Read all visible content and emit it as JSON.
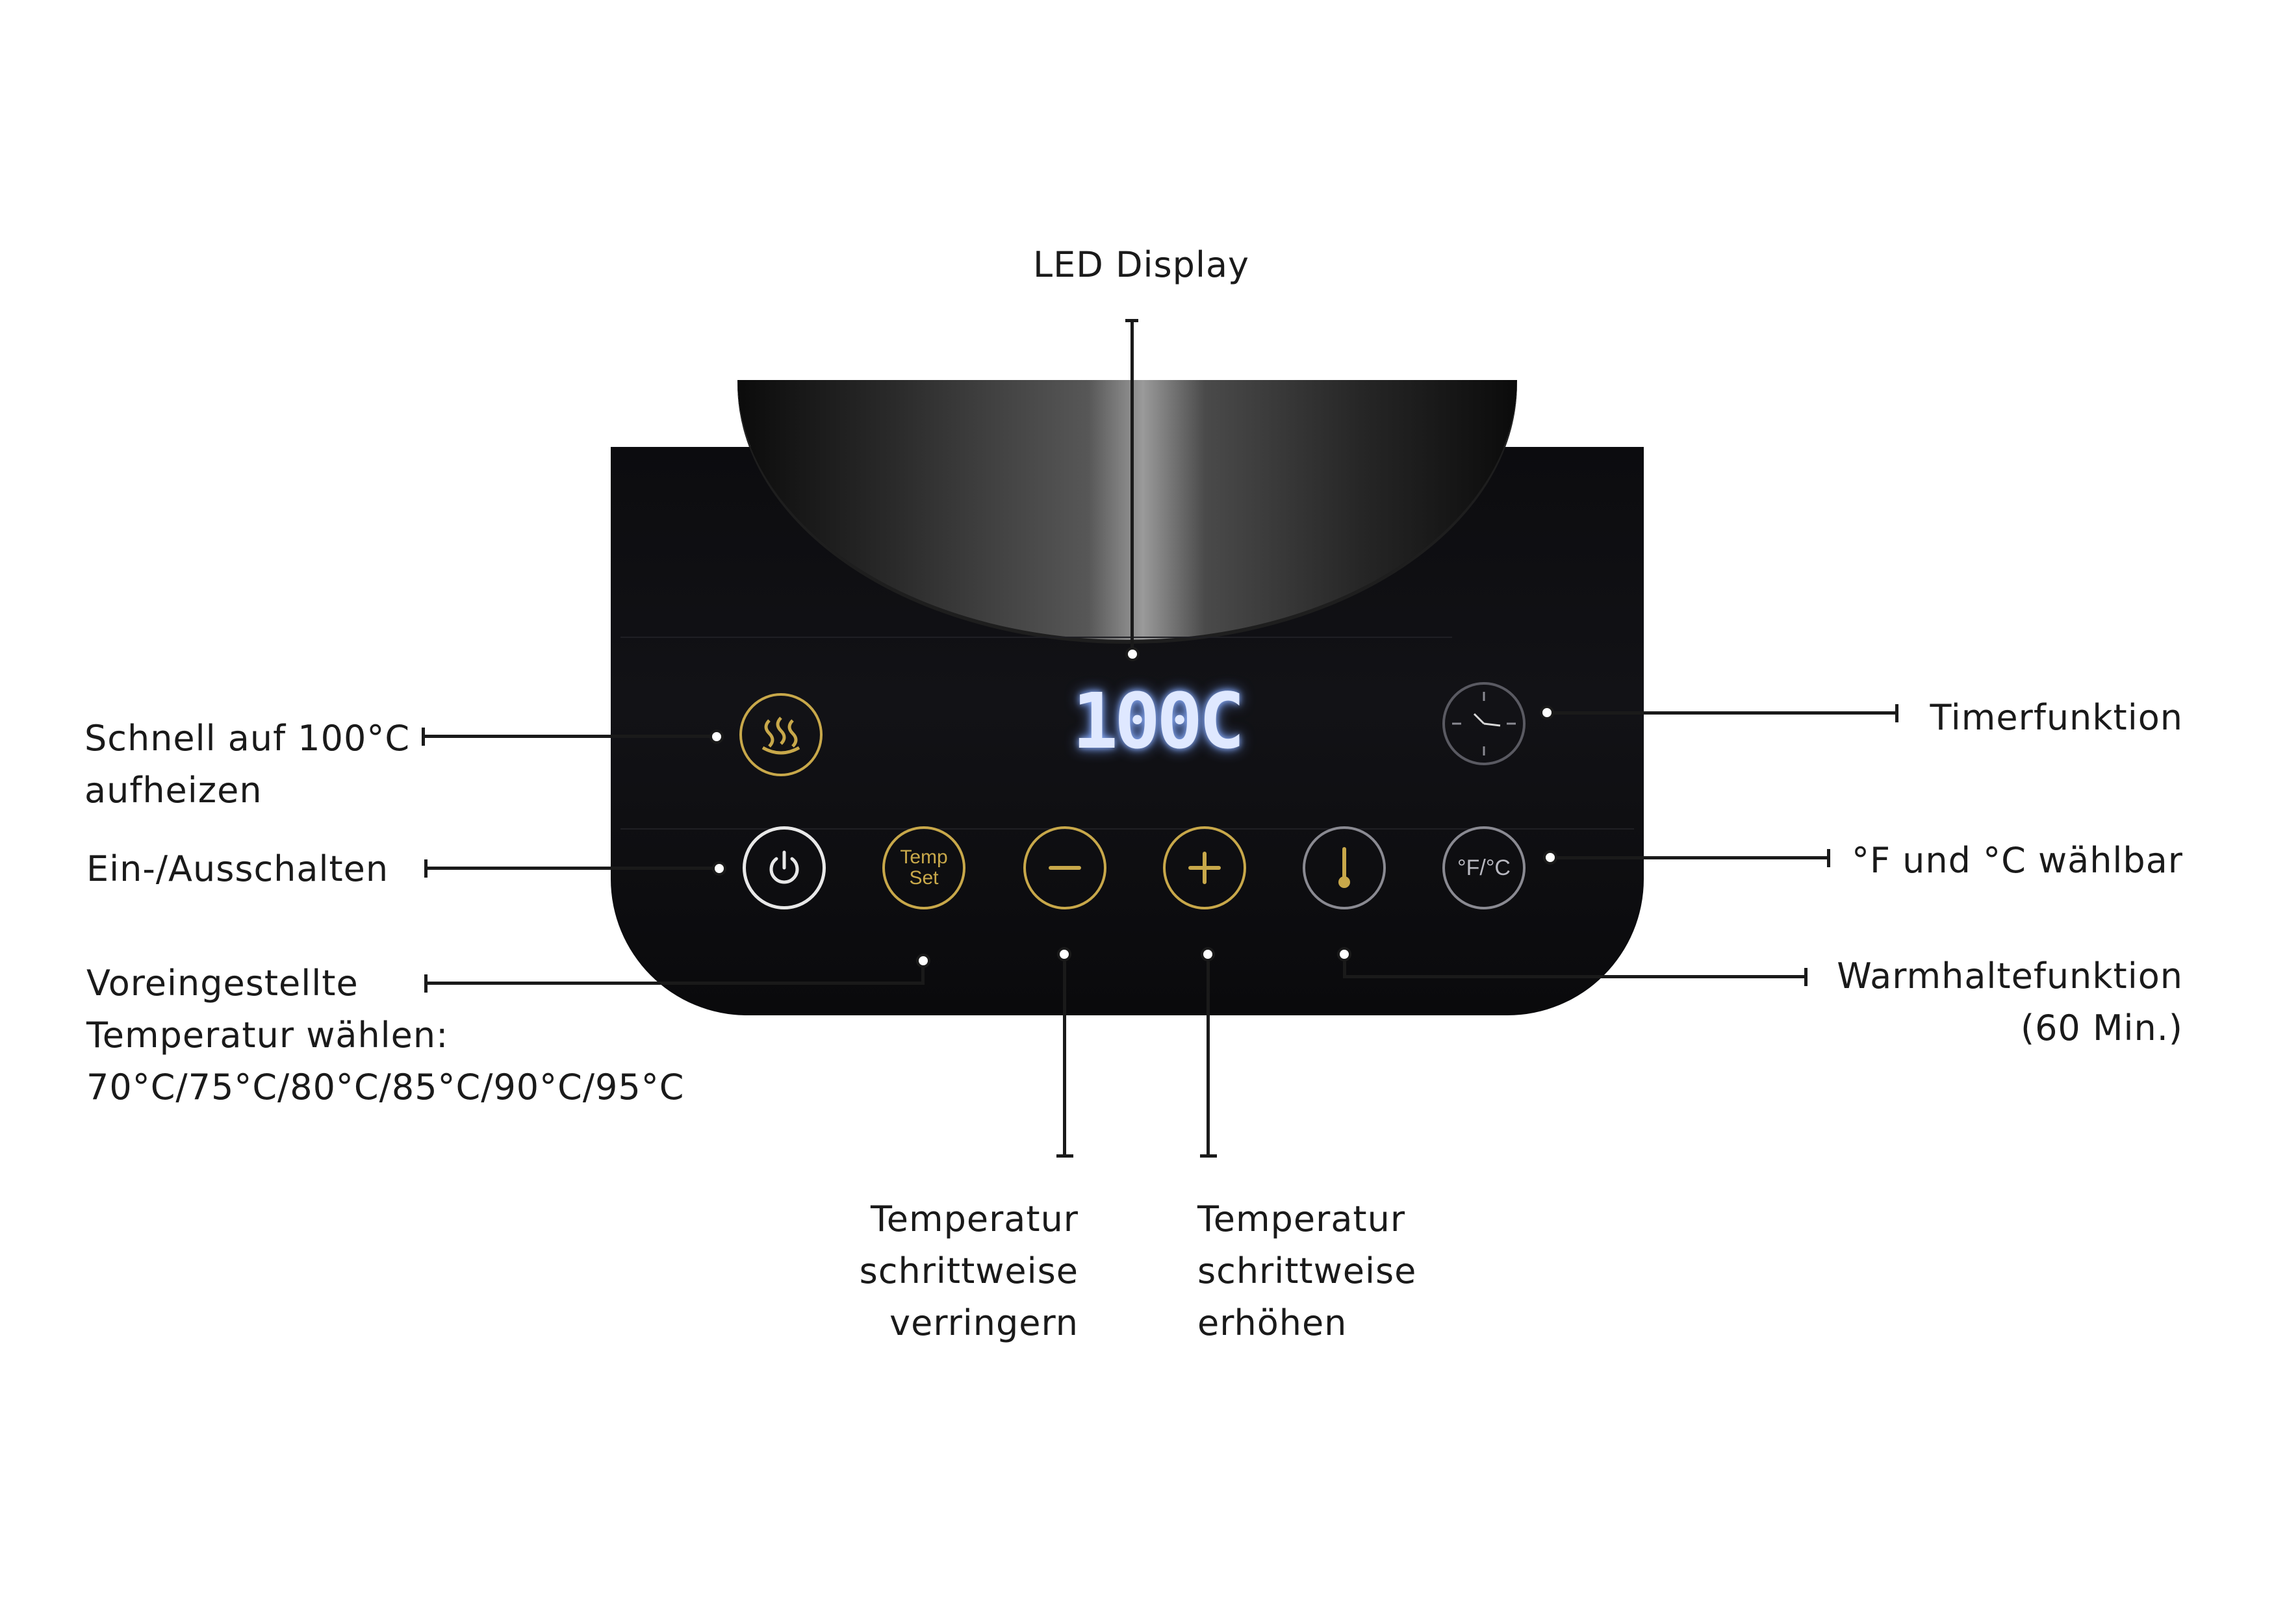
{
  "display": {
    "value": "100C"
  },
  "labels": {
    "led_display": "LED Display",
    "quick_heat_1": "Schnell auf 100°C",
    "quick_heat_2": "aufheizen",
    "power": "Ein-/Ausschalten",
    "preset_1": "Voreingestellte",
    "preset_2": "Temperatur wählen:",
    "preset_3": "70°C/75°C/80°C/85°C/90°C/95°C",
    "decrease_1": "Temperatur",
    "decrease_2": "schrittweise",
    "decrease_3": "verringern",
    "increase_1": "Temperatur",
    "increase_2": "schrittweise",
    "increase_3": "erhöhen",
    "timer": "Timerfunktion",
    "unit": "°F und °C wählbar",
    "keep_warm_1": "Warmhaltefunktion",
    "keep_warm_2": "(60 Min.)"
  },
  "buttons": {
    "temp_set_1": "Temp",
    "temp_set_2": "Set",
    "unit": "°F/°C"
  },
  "colors": {
    "gold": "#c8a84a",
    "white": "#e8e8e8",
    "grey": "#8a8a92"
  }
}
